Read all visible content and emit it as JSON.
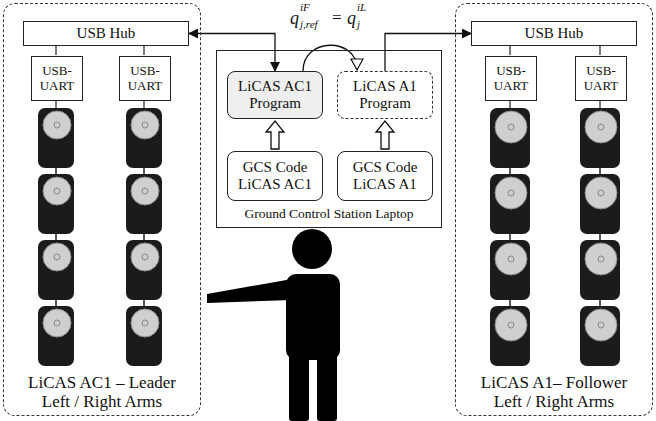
{
  "diagram": {
    "nodes": [
      {
        "text": [
          "LiCAS AC1 – Leader Left / Right Arms"
        ]
      },
      {
        "text": [
          "USB Hub"
        ],
        "in": 0
      },
      {
        "text": [
          "USB-UART"
        ],
        "in": 0
      },
      {
        "text": [
          "USB-UART"
        ],
        "in": 0
      },
      {
        "text": [
          "Ground Control Station Laptop"
        ]
      },
      {
        "text": [
          "LiCAS AC1 Program"
        ],
        "in": 4
      },
      {
        "text": [
          "LiCAS A1 Program"
        ],
        "in": 4
      },
      {
        "text": [
          "GCS Code LiCAS AC1"
        ],
        "in": 4
      },
      {
        "text": [
          "GCS Code LiCAS A1"
        ],
        "in": 4
      },
      {
        "text": [
          "LiCAS A1– Follower Left / Right Arms"
        ]
      },
      {
        "text": [
          "USB Hub"
        ],
        "in": 9
      },
      {
        "text": [
          "USB-UART"
        ],
        "in": 9
      },
      {
        "text": [
          "USB-UART"
        ],
        "in": 9
      }
    ],
    "edges": [
      {
        "from": 1,
        "to": 5,
        "arrow": "both"
      },
      {
        "from": 6,
        "to": 10,
        "arrow": "to"
      },
      {
        "from": 5,
        "to": 6,
        "arrow": "to"
      },
      {
        "from": 7,
        "to": 5,
        "arrow": "to"
      },
      {
        "from": 8,
        "to": 6,
        "arrow": "to"
      }
    ],
    "labels": [
      "q",
      "iF",
      "j,ref",
      "=",
      "q",
      "iL",
      "j"
    ]
  }
}
